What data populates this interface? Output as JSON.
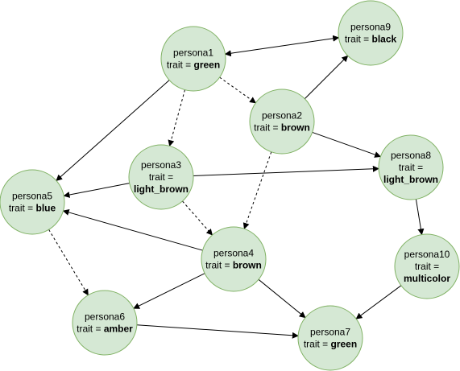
{
  "nodes": [
    {
      "id": "persona1",
      "name": "persona1",
      "prefix": "trait = ",
      "value": "green",
      "split": false
    },
    {
      "id": "persona9",
      "name": "persona9",
      "prefix": "trait = ",
      "value": "black",
      "split": false
    },
    {
      "id": "persona2",
      "name": "persona2",
      "prefix": "trait = ",
      "value": "brown",
      "split": false
    },
    {
      "id": "persona3",
      "name": "persona3",
      "prefix": "trait =",
      "value": "light_brown",
      "split": true
    },
    {
      "id": "persona8",
      "name": "persona8",
      "prefix": "trait =",
      "value": "light_brown",
      "split": true
    },
    {
      "id": "persona5",
      "name": "persona5",
      "prefix": "trait = ",
      "value": "blue",
      "split": false
    },
    {
      "id": "persona4",
      "name": "persona4",
      "prefix": "trait = ",
      "value": "brown",
      "split": false
    },
    {
      "id": "persona10",
      "name": "persona10",
      "prefix": "trait =",
      "value": "multicolor",
      "split": true
    },
    {
      "id": "persona6",
      "name": "persona6",
      "prefix": "trait = ",
      "value": "amber",
      "split": false
    },
    {
      "id": "persona7",
      "name": "persona7",
      "prefix": "trait = ",
      "value": "green",
      "split": false
    }
  ],
  "edges": [
    {
      "from": "persona9",
      "to": "persona1",
      "bidirectional": true,
      "dashed": false
    },
    {
      "from": "persona1",
      "to": "persona3",
      "bidirectional": false,
      "dashed": true
    },
    {
      "from": "persona1",
      "to": "persona2",
      "bidirectional": false,
      "dashed": true
    },
    {
      "from": "persona1",
      "to": "persona5",
      "bidirectional": false,
      "dashed": false
    },
    {
      "from": "persona2",
      "to": "persona9",
      "bidirectional": false,
      "dashed": false
    },
    {
      "from": "persona2",
      "to": "persona8",
      "bidirectional": false,
      "dashed": false
    },
    {
      "from": "persona2",
      "to": "persona4",
      "bidirectional": false,
      "dashed": true
    },
    {
      "from": "persona3",
      "to": "persona8",
      "bidirectional": false,
      "dashed": false
    },
    {
      "from": "persona3",
      "to": "persona5",
      "bidirectional": false,
      "dashed": false
    },
    {
      "from": "persona3",
      "to": "persona4",
      "bidirectional": false,
      "dashed": true
    },
    {
      "from": "persona8",
      "to": "persona10",
      "bidirectional": false,
      "dashed": false
    },
    {
      "from": "persona4",
      "to": "persona5",
      "bidirectional": false,
      "dashed": false
    },
    {
      "from": "persona4",
      "to": "persona6",
      "bidirectional": false,
      "dashed": false
    },
    {
      "from": "persona4",
      "to": "persona7",
      "bidirectional": false,
      "dashed": false
    },
    {
      "from": "persona5",
      "to": "persona6",
      "bidirectional": false,
      "dashed": true
    },
    {
      "from": "persona10",
      "to": "persona7",
      "bidirectional": false,
      "dashed": false
    },
    {
      "from": "persona6",
      "to": "persona7",
      "bidirectional": false,
      "dashed": false
    }
  ],
  "colors": {
    "node_fill": "#d5e8d4",
    "node_stroke": "#82b366",
    "edge": "#000000"
  }
}
